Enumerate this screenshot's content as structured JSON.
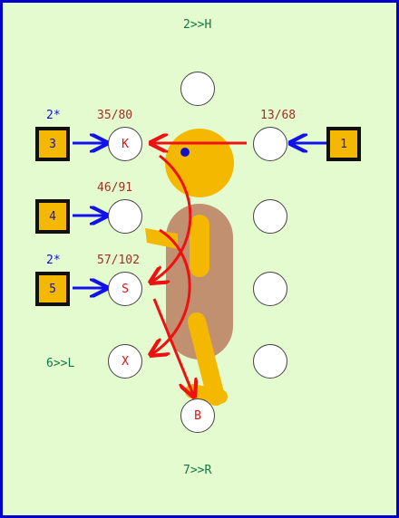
{
  "colors": {
    "background": "#e4fbd0",
    "frame": "#0000cc",
    "figure_head": "#f5b800",
    "figure_body": "#c09070",
    "red_arrow": "#ee1111",
    "blue_arrow": "#1111ee"
  },
  "exits": {
    "top": "2>>H",
    "left": "6>>L",
    "bottom": "7>>R"
  },
  "slots": {
    "k": "K",
    "s": "S",
    "x": "X",
    "b": "B"
  },
  "ratios": {
    "left_top": "35/80",
    "left_mid": "46/91",
    "left_low": "57/102",
    "right_top": "13/68"
  },
  "markers": {
    "box3_star": "2*",
    "box5_star": "2*"
  },
  "boxes": {
    "b1": "1",
    "b3": "3",
    "b4": "4",
    "b5": "5"
  }
}
